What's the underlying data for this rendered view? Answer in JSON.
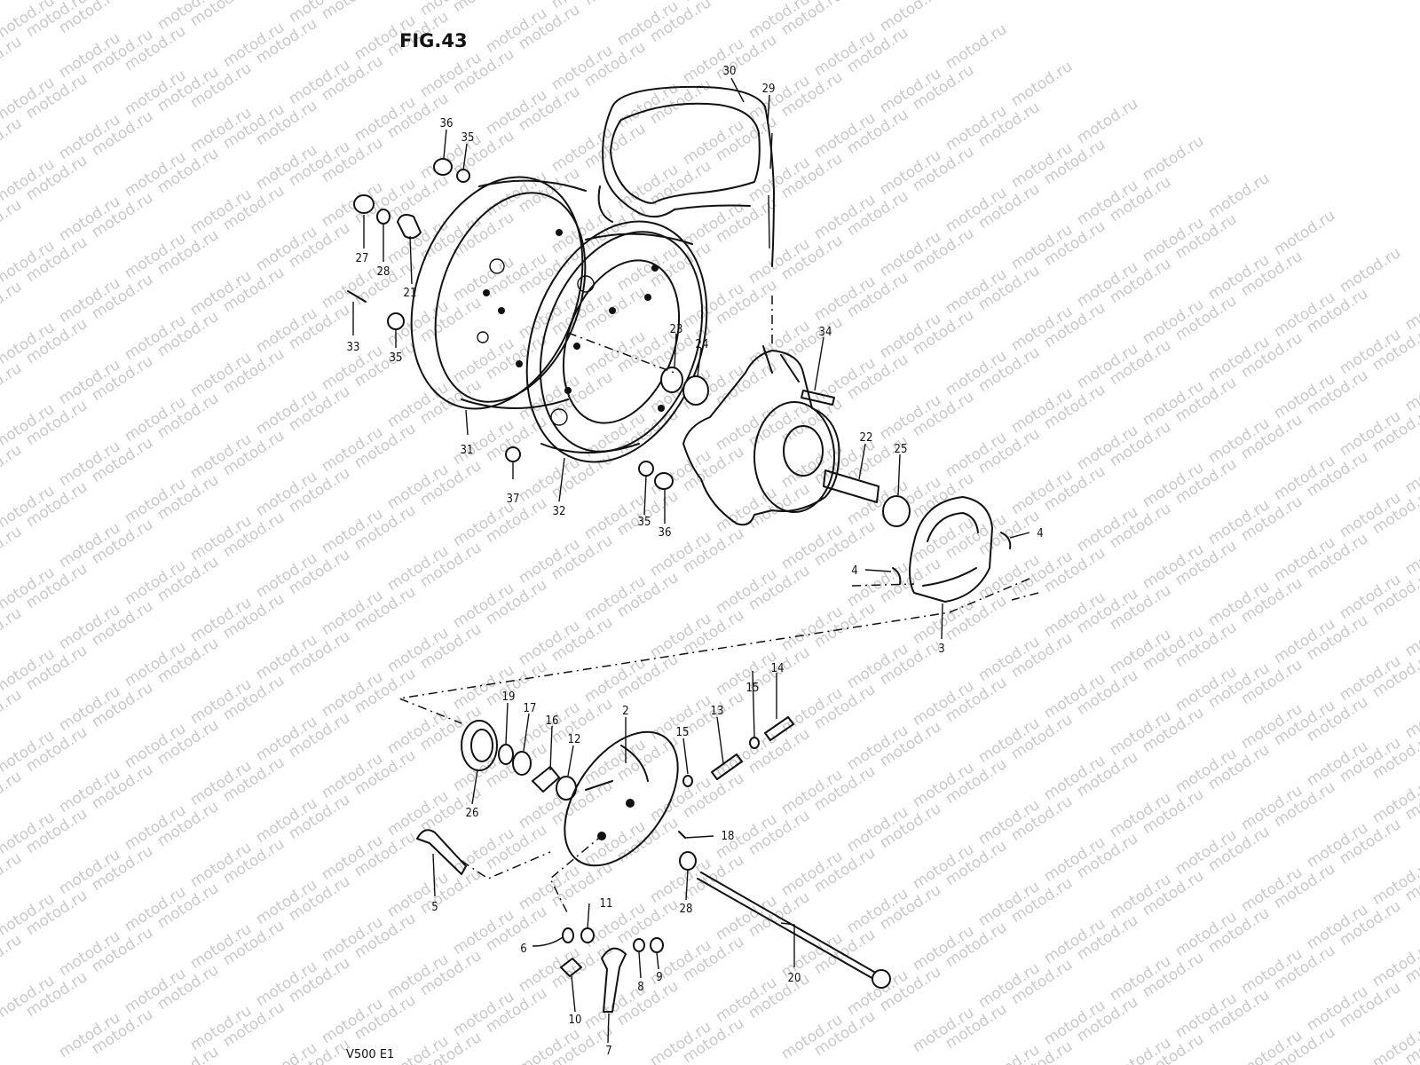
{
  "figure_title": "FIG.43",
  "model_code": "V500 E1",
  "watermark": "motod.ru",
  "part_labels": [
    {
      "id": "30",
      "text": "30"
    },
    {
      "id": "29",
      "text": "29"
    },
    {
      "id": "36a",
      "text": "36"
    },
    {
      "id": "35a",
      "text": "35"
    },
    {
      "id": "27a",
      "text": "27"
    },
    {
      "id": "28a",
      "text": "28"
    },
    {
      "id": "21",
      "text": "21"
    },
    {
      "id": "33",
      "text": "33"
    },
    {
      "id": "35b",
      "text": "35"
    },
    {
      "id": "23",
      "text": "23"
    },
    {
      "id": "24",
      "text": "24"
    },
    {
      "id": "34",
      "text": "34"
    },
    {
      "id": "31",
      "text": "31"
    },
    {
      "id": "37",
      "text": "37"
    },
    {
      "id": "32",
      "text": "32"
    },
    {
      "id": "35c",
      "text": "35"
    },
    {
      "id": "36b",
      "text": "36"
    },
    {
      "id": "22",
      "text": "22"
    },
    {
      "id": "25",
      "text": "25"
    },
    {
      "id": "4a",
      "text": "4"
    },
    {
      "id": "4b",
      "text": "4"
    },
    {
      "id": "3",
      "text": "3"
    },
    {
      "id": "19",
      "text": "19"
    },
    {
      "id": "17",
      "text": "17"
    },
    {
      "id": "16",
      "text": "16"
    },
    {
      "id": "12",
      "text": "12"
    },
    {
      "id": "2",
      "text": "2"
    },
    {
      "id": "15a",
      "text": "15"
    },
    {
      "id": "13",
      "text": "13"
    },
    {
      "id": "15b",
      "text": "15"
    },
    {
      "id": "14",
      "text": "14"
    },
    {
      "id": "26",
      "text": "26"
    },
    {
      "id": "18",
      "text": "18"
    },
    {
      "id": "5",
      "text": "5"
    },
    {
      "id": "28b",
      "text": "28"
    },
    {
      "id": "11",
      "text": "11"
    },
    {
      "id": "6",
      "text": "6"
    },
    {
      "id": "8",
      "text": "8"
    },
    {
      "id": "9",
      "text": "9"
    },
    {
      "id": "20",
      "text": "20"
    },
    {
      "id": "10",
      "text": "10"
    },
    {
      "id": "7",
      "text": "7"
    }
  ]
}
